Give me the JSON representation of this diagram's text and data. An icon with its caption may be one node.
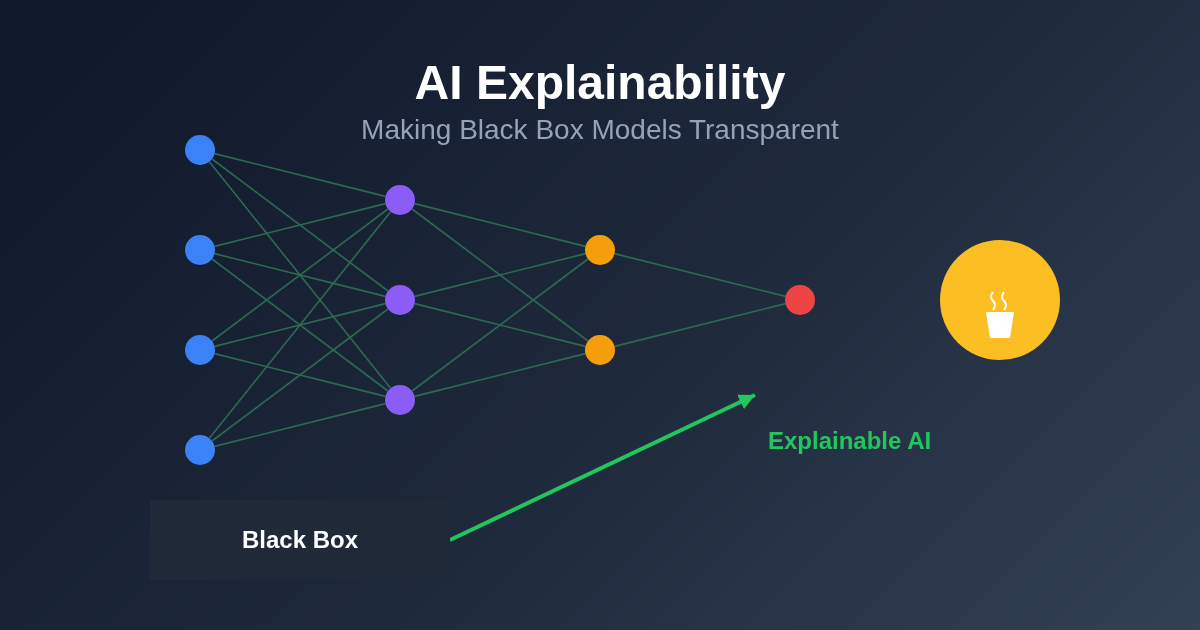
{
  "diagram": {
    "title": "AI Explainability",
    "nodes": [
      {
        "text": [],
        "shape": "circle"
      },
      {
        "text": [],
        "shape": "circle"
      },
      {
        "text": [],
        "shape": "circle"
      },
      {
        "text": [],
        "shape": "circle"
      },
      {
        "text": [],
        "shape": "circle"
      },
      {
        "text": [],
        "shape": "circle"
      },
      {
        "text": [],
        "shape": "circle"
      },
      {
        "text": [],
        "shape": "circle"
      },
      {
        "text": [],
        "shape": "circle"
      },
      {
        "text": [],
        "shape": "circle"
      },
      {
        "text": [
          "Black Box"
        ]
      }
    ],
    "edges": [
      {
        "from": 0,
        "to": 4,
        "arrow": "none"
      },
      {
        "from": 0,
        "to": 5,
        "arrow": "none"
      },
      {
        "from": 0,
        "to": 6,
        "arrow": "none"
      },
      {
        "from": 1,
        "to": 4,
        "arrow": "none"
      },
      {
        "from": 1,
        "to": 5,
        "arrow": "none"
      },
      {
        "from": 1,
        "to": 6,
        "arrow": "none"
      },
      {
        "from": 2,
        "to": 4,
        "arrow": "none"
      },
      {
        "from": 2,
        "to": 5,
        "arrow": "none"
      },
      {
        "from": 2,
        "to": 6,
        "arrow": "none"
      },
      {
        "from": 3,
        "to": 4,
        "arrow": "none"
      },
      {
        "from": 3,
        "to": 5,
        "arrow": "none"
      },
      {
        "from": 3,
        "to": 6,
        "arrow": "none"
      },
      {
        "from": 4,
        "to": 7,
        "arrow": "none"
      },
      {
        "from": 4,
        "to": 8,
        "arrow": "none"
      },
      {
        "from": 5,
        "to": 7,
        "arrow": "none"
      },
      {
        "from": 5,
        "to": 8,
        "arrow": "none"
      },
      {
        "from": 6,
        "to": 7,
        "arrow": "none"
      },
      {
        "from": 6,
        "to": 8,
        "arrow": "none"
      },
      {
        "from": 7,
        "to": 9,
        "arrow": "none"
      },
      {
        "from": 8,
        "to": 9,
        "arrow": "none"
      },
      {
        "from": 10,
        "to": null,
        "arrow": "to",
        "style": "thick",
        "color": "#22c55e"
      }
    ],
    "labels": [
      "Making Black Box Models Transparent",
      "Explainable AI"
    ]
  }
}
